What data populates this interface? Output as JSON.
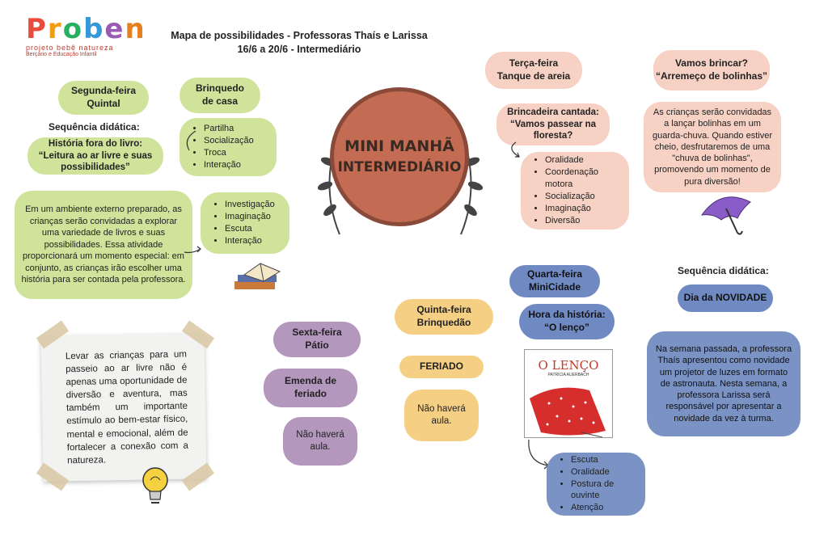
{
  "logo": {
    "letters": [
      "P",
      "r",
      "o",
      "b",
      "e",
      "n"
    ],
    "colors": [
      "#e94b3c",
      "#f39c12",
      "#27ae60",
      "#3498db",
      "#9b59b6",
      "#e67e22"
    ],
    "line1": "projeto bebê natureza",
    "line2": "Berçário e Educação Infantil"
  },
  "header": {
    "title": "Mapa de possibilidades - Professoras Thaís e Larissa",
    "subtitle": "16/6 a 20/6 - Intermediário"
  },
  "center": {
    "line1": "MINI MANHÃ",
    "line2": "INTERMEDIÁRIO"
  },
  "monday": {
    "day": "Segunda-feira",
    "place": "Quintal",
    "sequence_label": "Sequência didática:",
    "story_title": "História fora do livro:",
    "story_name": "“Leitura ao ar livre e suas possibilidades”",
    "description": "Em um ambiente externo preparado, as crianças serão convidadas a explorar uma variedade de livros e suas possibilidades. Essa atividade proporcionará um momento especial: em conjunto, as crianças irão escolher uma história para ser contada pela professora.",
    "toy_title": "Brinquedo de casa",
    "toy_skills": [
      "Partilha",
      "Socialização",
      "Troca",
      "Interação"
    ],
    "reading_skills": [
      "Investigação",
      "Imaginação",
      "Escuta",
      "Interação"
    ],
    "note": "Levar as crianças para um passeio ao ar livre não é apenas uma oportunidade de diversão e aventura, mas também um importante estímulo ao bem-estar físico, mental e emocional, além de fortalecer a conexão com a natureza."
  },
  "tuesday": {
    "day": "Terça-feira",
    "place": "Tanque de areia",
    "song_title": "Brincadeira cantada:",
    "song_name": "“Vamos passear na floresta?",
    "skills": [
      "Oralidade",
      "Coordenação motora",
      "Socialização",
      "Imaginação",
      "Diversão"
    ],
    "game_title": "Vamos brincar?",
    "game_name": "“Arremeço de bolinhas”",
    "game_desc": "As crianças serão convidadas a lançar bolinhas em um guarda-chuva. Quando estiver cheio, desfrutaremos de uma \"chuva de bolinhas\", promovendo um momento de pura diversão!"
  },
  "wednesday": {
    "day": "Quarta-feira",
    "place": "MiniCidade",
    "story_title": "Hora da história:",
    "story_name": "“O lenço”",
    "book_title": "O LENÇO",
    "book_author": "PATRICIA AUERBACH",
    "skills": [
      "Escuta",
      "Oralidade",
      "Postura de ouvinte",
      "Atenção"
    ],
    "sequence_label": "Sequência didática:",
    "novelty_title": "Dia da NOVIDADE",
    "novelty_desc": "Na semana passada, a professora Thaís apresentou como novidade um projetor de luzes em formato de astronauta. Nesta semana, a professora Larissa será responsável por apresentar a novidade da vez à turma."
  },
  "thursday": {
    "day": "Quinta-feira",
    "place": "Brinquedão",
    "status": "FERIADO",
    "note": "Não haverá aula."
  },
  "friday": {
    "day": "Sexta-feira",
    "place": "Pátio",
    "status": "Emenda de feriado",
    "note": "Não haverá aula."
  }
}
